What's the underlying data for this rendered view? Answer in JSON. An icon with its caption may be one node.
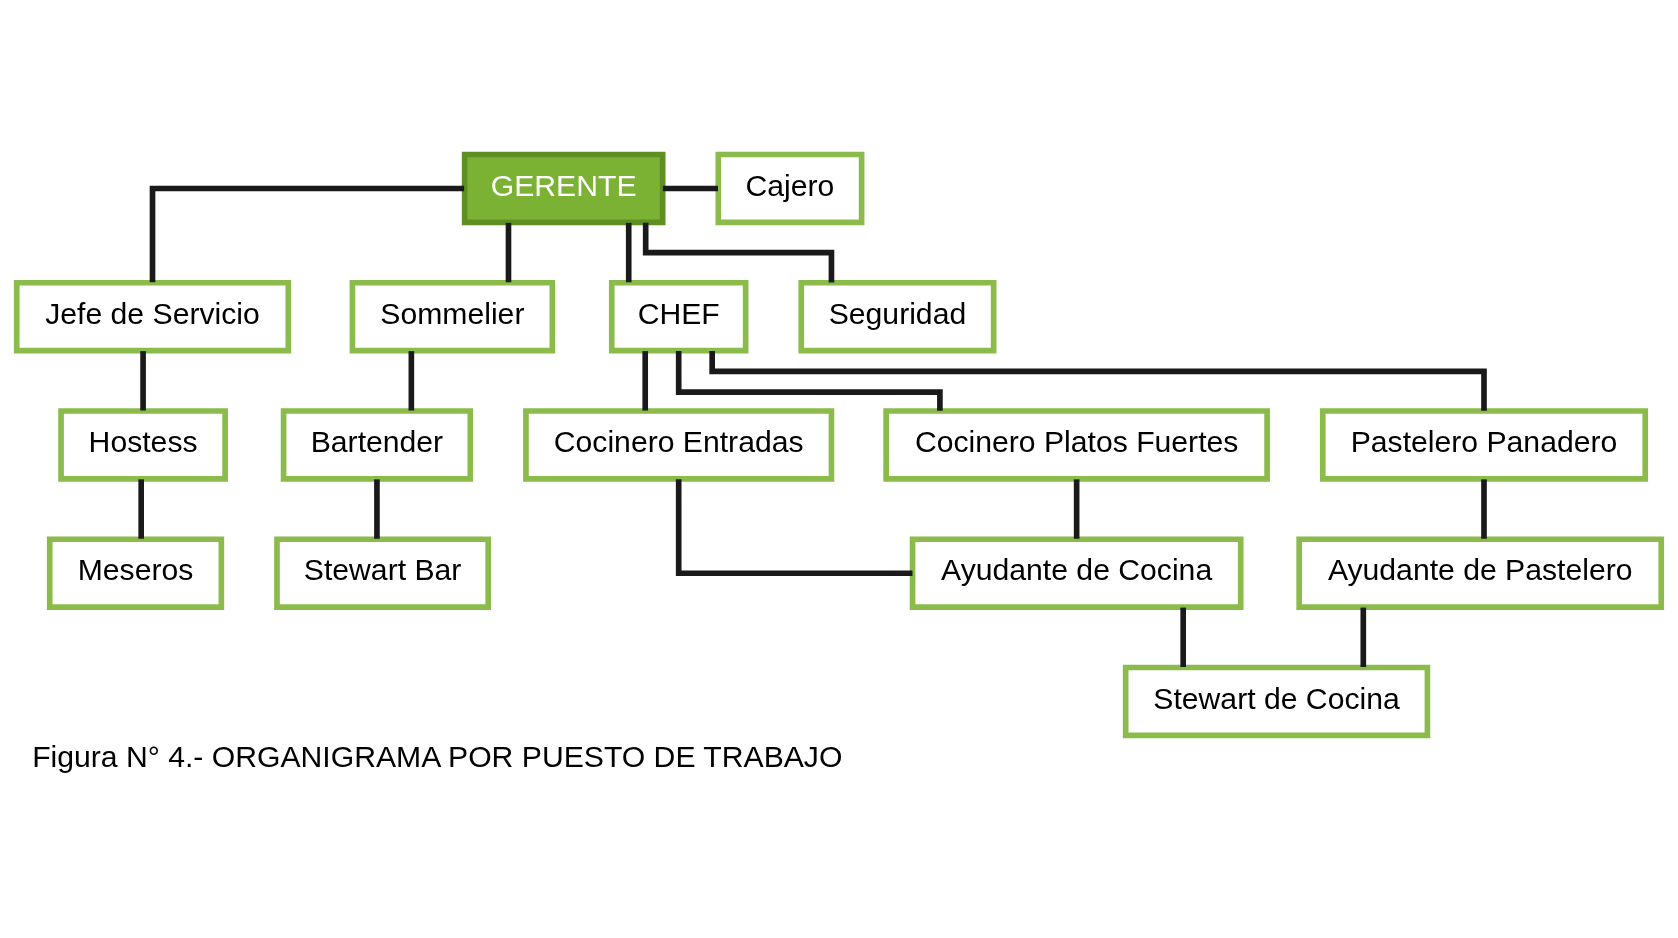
{
  "diagram": {
    "caption": "Figura N° 4.- ORGANIGRAMA POR PUESTO DE TRABAJO",
    "nodes": [
      {
        "text": [
          "GERENTE"
        ]
      },
      {
        "text": [
          "Cajero"
        ]
      },
      {
        "text": [
          "Jefe de Servicio"
        ]
      },
      {
        "text": [
          "Sommelier"
        ]
      },
      {
        "text": [
          "CHEF"
        ]
      },
      {
        "text": [
          "Hostess"
        ]
      },
      {
        "text": [
          "Meseros"
        ]
      },
      {
        "text": [
          "Bartender"
        ]
      },
      {
        "text": [
          "Stewart Bar"
        ]
      },
      {
        "text": [
          "Cocinero Entradas"
        ]
      },
      {
        "text": [
          "Cocinero Platos Fuertes"
        ]
      },
      {
        "text": [
          "Ayudante de Cocina"
        ]
      },
      {
        "text": [
          "Pastelero Panadero"
        ]
      },
      {
        "text": [
          "Ayudante de Pastelero"
        ]
      },
      {
        "text": [
          "Stewart de Cocina"
        ]
      },
      {
        "text": [
          "Seguridad"
        ]
      }
    ],
    "edges": [
      {
        "from": 0,
        "to": 1,
        "arrow": "none"
      },
      {
        "from": 0,
        "to": 2,
        "arrow": "none"
      },
      {
        "from": 0,
        "to": 3,
        "arrow": "none"
      },
      {
        "from": 0,
        "to": 4,
        "arrow": "none"
      },
      {
        "from": 0,
        "to": 15,
        "arrow": "none"
      },
      {
        "from": 2,
        "to": 5,
        "arrow": "none"
      },
      {
        "from": 5,
        "to": 6,
        "arrow": "none"
      },
      {
        "from": 3,
        "to": 7,
        "arrow": "none"
      },
      {
        "from": 7,
        "to": 8,
        "arrow": "none"
      },
      {
        "from": 4,
        "to": 9,
        "arrow": "none"
      },
      {
        "from": 4,
        "to": 10,
        "arrow": "none"
      },
      {
        "from": 4,
        "to": 12,
        "arrow": "none"
      },
      {
        "from": 9,
        "to": 11,
        "arrow": "none"
      },
      {
        "from": 10,
        "to": 11,
        "arrow": "none"
      },
      {
        "from": 12,
        "to": 13,
        "arrow": "none"
      },
      {
        "from": 11,
        "to": 14,
        "arrow": "none"
      },
      {
        "from": 13,
        "to": 14,
        "arrow": "none"
      }
    ]
  }
}
